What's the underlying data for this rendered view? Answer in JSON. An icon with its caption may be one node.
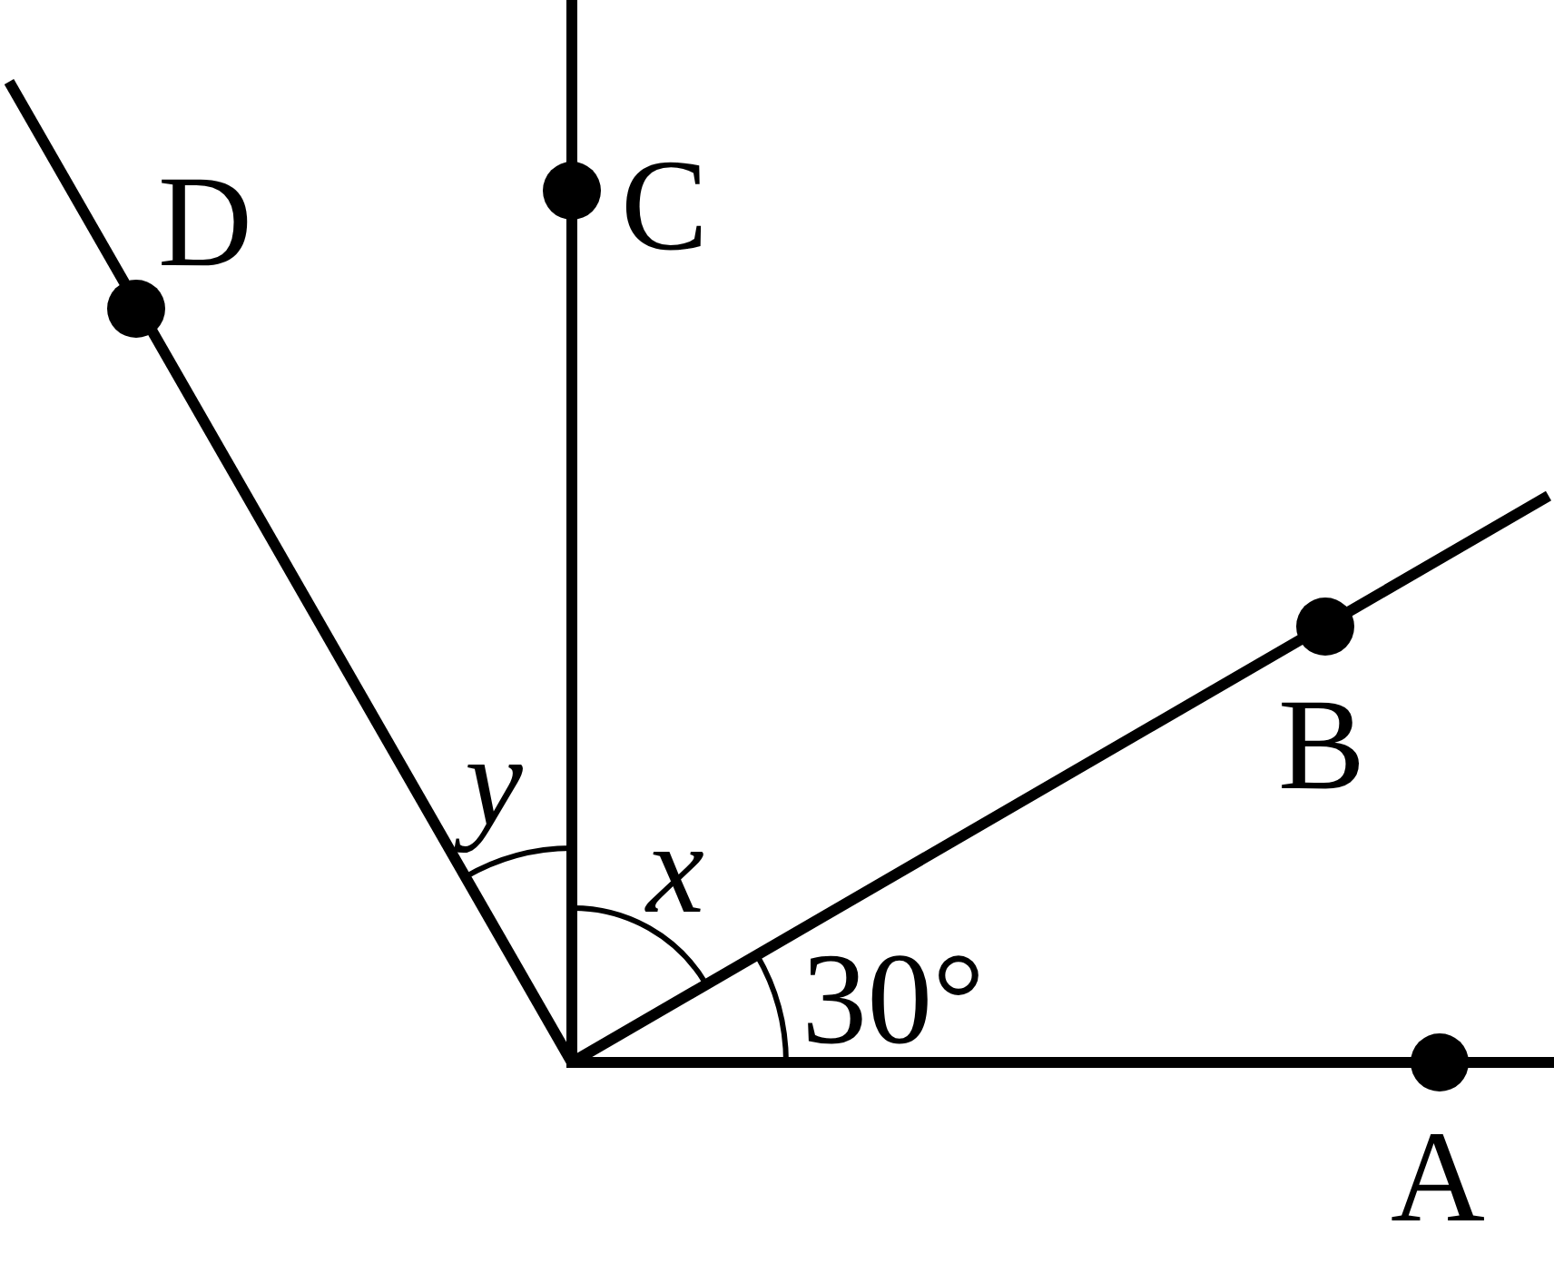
{
  "diagram": {
    "labels": [
      "D",
      "C",
      "B",
      "A",
      "y",
      "x",
      "30°"
    ]
  }
}
